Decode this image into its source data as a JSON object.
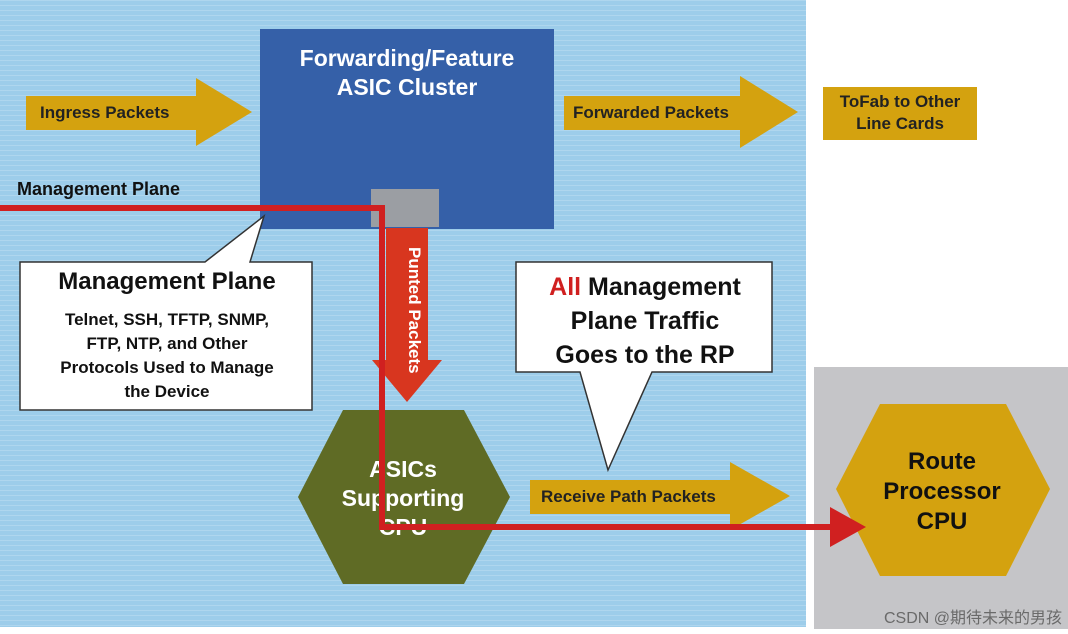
{
  "labels": {
    "asic_cluster_line1": "Forwarding/Feature",
    "asic_cluster_line2": "ASIC Cluster",
    "ingress": "Ingress Packets",
    "forwarded": "Forwarded Packets",
    "tofab_line1": "ToFab to Other",
    "tofab_line2": "Line Cards",
    "management_plane": "Management Plane",
    "punted": "Punted Packets",
    "receive_path": "Receive Path Packets",
    "asics_cpu_line1": "ASICs",
    "asics_cpu_line2": "Supporting",
    "asics_cpu_line3": "CPU",
    "rp_line1": "Route",
    "rp_line2": "Processor",
    "rp_line3": "CPU",
    "watermark": "CSDN @期待未来的男孩"
  },
  "callout_mgmt": {
    "title": "Management Plane",
    "line1": "Telnet, SSH, TFTP, SNMP,",
    "line2": "FTP, NTP, and Other",
    "line3": "Protocols Used to Manage",
    "line4": "the Device"
  },
  "callout_rp": {
    "highlight": "All",
    "line1_rest": " Management",
    "line2": "Plane Traffic",
    "line3": "Goes to the RP"
  },
  "colors": {
    "background": "#9dcdea",
    "asic_box": "#3560a8",
    "gold_arrow": "#d4a20f",
    "management_path": "#d02020",
    "asic_cpu_hex": "#5f6b25",
    "rp_hex": "#d4a20f",
    "rp_panel": "#c5c5c8"
  }
}
